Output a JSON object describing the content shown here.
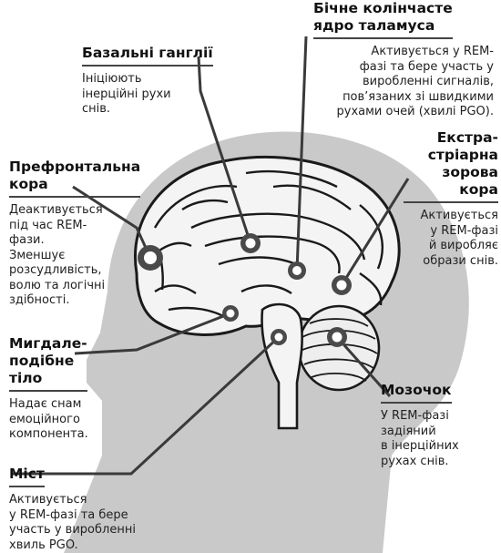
{
  "colors": {
    "head": "#c9c9c9",
    "brain_fill": "#f4f4f4",
    "brain_line": "#1a1a1a",
    "leader": "#3a3a3a",
    "marker": "#4a4a4a"
  },
  "labels": {
    "basal_ganglia": {
      "title": "Базальні ганглії",
      "desc": "Ініціюють\nінерційні рухи\nснів."
    },
    "lateral_geniculate": {
      "title": "Бічне колінчасте\nядро таламуса",
      "desc": "Активується у REM-\nфазі та бере участь у\nвиробленні сигналів,\nпов’язаних зі швидкими\nрухами очей (хвилі PGO)."
    },
    "prefrontal": {
      "title": "Префронтальна\nкора",
      "desc": "Деактивується\nпід час REM-\nфази.\nЗменшує\nрозсудливість,\nволю та логічні\nздібності."
    },
    "extrastriate": {
      "title": "Екстра-\nстріарна\nзорова кора",
      "desc": "Активується\nу REM-фазі\nй виробляє\nобрази снів."
    },
    "amygdala": {
      "title": "Мигдале-\nподібне\nтіло",
      "desc": "Надає снам\nемоційного\nкомпонента."
    },
    "cerebellum": {
      "title": "Мозочок",
      "desc": "У REM-фазі\nзадіяний\nв інерційних\nрухах снів."
    },
    "pons": {
      "title": "Міст",
      "desc": "Активується\nу REM-фазі та бере\nучасть у виробленні\nхвиль PGO."
    }
  }
}
